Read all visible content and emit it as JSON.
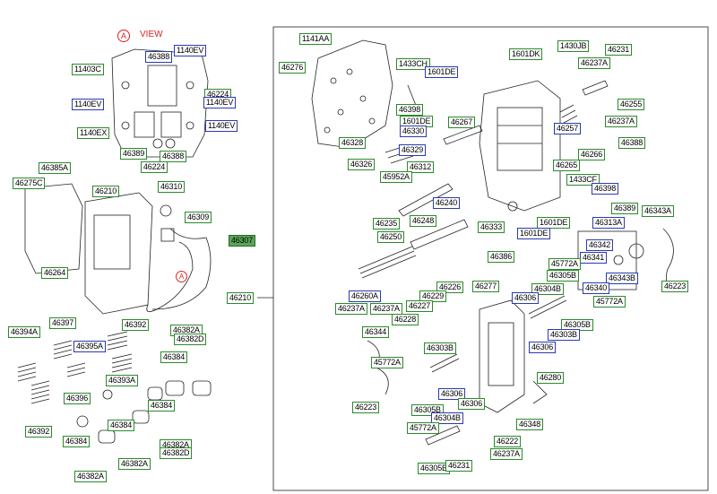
{
  "view_marker": {
    "letter": "A",
    "text": "VIEW"
  },
  "labels": [
    {
      "t": "46388",
      "s": "b"
    },
    {
      "t": "1140EV",
      "s": "b"
    },
    {
      "t": "11403C",
      "s": "g"
    },
    {
      "t": "46224",
      "s": "g"
    },
    {
      "t": "1140EV",
      "s": "b"
    },
    {
      "t": "1140EV",
      "s": "b"
    },
    {
      "t": "1140EV",
      "s": "b"
    },
    {
      "t": "1140EX",
      "s": "g"
    },
    {
      "t": "46389",
      "s": "g"
    },
    {
      "t": "46388",
      "s": "g"
    },
    {
      "t": "46224",
      "s": "g"
    },
    {
      "t": "46385A",
      "s": "g"
    },
    {
      "t": "46275C",
      "s": "g"
    },
    {
      "t": "46210",
      "s": "g"
    },
    {
      "t": "46310",
      "s": "g"
    },
    {
      "t": "46309",
      "s": "g"
    },
    {
      "t": "46307",
      "s": "gf"
    },
    {
      "t": "46264",
      "s": "g"
    },
    {
      "t": "46394A",
      "s": "g"
    },
    {
      "t": "46397",
      "s": "g"
    },
    {
      "t": "46395A",
      "s": "b"
    },
    {
      "t": "46392",
      "s": "g"
    },
    {
      "t": "46382A",
      "s": "g"
    },
    {
      "t": "46382D",
      "s": "g"
    },
    {
      "t": "46384",
      "s": "g"
    },
    {
      "t": "46393A",
      "s": "g"
    },
    {
      "t": "46396",
      "s": "g"
    },
    {
      "t": "46384",
      "s": "g"
    },
    {
      "t": "46384",
      "s": "g"
    },
    {
      "t": "46392",
      "s": "g"
    },
    {
      "t": "46384",
      "s": "g"
    },
    {
      "t": "46382A",
      "s": "g"
    },
    {
      "t": "46382D",
      "s": "g"
    },
    {
      "t": "46382A",
      "s": "g"
    },
    {
      "t": "46382A",
      "s": "g"
    },
    {
      "t": "46210",
      "s": "g"
    },
    {
      "t": "1141AA",
      "s": "g"
    },
    {
      "t": "46276",
      "s": "g"
    },
    {
      "t": "1433CH",
      "s": "g"
    },
    {
      "t": "1601DE",
      "s": "b"
    },
    {
      "t": "1601DK",
      "s": "g"
    },
    {
      "t": "1430JB",
      "s": "g"
    },
    {
      "t": "46231",
      "s": "g"
    },
    {
      "t": "46237A",
      "s": "g"
    },
    {
      "t": "46255",
      "s": "g"
    },
    {
      "t": "46398",
      "s": "g"
    },
    {
      "t": "1601DE",
      "s": "g"
    },
    {
      "t": "46330",
      "s": "b"
    },
    {
      "t": "46267",
      "s": "g"
    },
    {
      "t": "46237A",
      "s": "g"
    },
    {
      "t": "46257",
      "s": "b"
    },
    {
      "t": "46328",
      "s": "g"
    },
    {
      "t": "46329",
      "s": "b"
    },
    {
      "t": "46388",
      "s": "g"
    },
    {
      "t": "46266",
      "s": "g"
    },
    {
      "t": "46265",
      "s": "g"
    },
    {
      "t": "46326",
      "s": "g"
    },
    {
      "t": "46312",
      "s": "g"
    },
    {
      "t": "45952A",
      "s": "g"
    },
    {
      "t": "1433CF",
      "s": "g"
    },
    {
      "t": "46398",
      "s": "b"
    },
    {
      "t": "46240",
      "s": "b"
    },
    {
      "t": "46389",
      "s": "g"
    },
    {
      "t": "46313A",
      "s": "b"
    },
    {
      "t": "46343A",
      "s": "g"
    },
    {
      "t": "46248",
      "s": "g"
    },
    {
      "t": "46235",
      "s": "g"
    },
    {
      "t": "1601DE",
      "s": "g"
    },
    {
      "t": "46333",
      "s": "g"
    },
    {
      "t": "1601DE",
      "s": "b"
    },
    {
      "t": "46250",
      "s": "g"
    },
    {
      "t": "46342",
      "s": "b"
    },
    {
      "t": "46341",
      "s": "b"
    },
    {
      "t": "45772A",
      "s": "g"
    },
    {
      "t": "46386",
      "s": "g"
    },
    {
      "t": "46305B",
      "s": "g"
    },
    {
      "t": "46343B",
      "s": "b"
    },
    {
      "t": "46340",
      "s": "b"
    },
    {
      "t": "46223",
      "s": "g"
    },
    {
      "t": "46226",
      "s": "g"
    },
    {
      "t": "46277",
      "s": "g"
    },
    {
      "t": "46304B",
      "s": "g"
    },
    {
      "t": "46260A",
      "s": "b"
    },
    {
      "t": "46229",
      "s": "g"
    },
    {
      "t": "46306",
      "s": "b"
    },
    {
      "t": "45772A",
      "s": "g"
    },
    {
      "t": "46237A",
      "s": "g"
    },
    {
      "t": "46237A",
      "s": "g"
    },
    {
      "t": "46227",
      "s": "g"
    },
    {
      "t": "46228",
      "s": "g"
    },
    {
      "t": "46305B",
      "s": "g"
    },
    {
      "t": "46344",
      "s": "g"
    },
    {
      "t": "46303B",
      "s": "g"
    },
    {
      "t": "46303B",
      "s": "b"
    },
    {
      "t": "46306",
      "s": "b"
    },
    {
      "t": "45772A",
      "s": "g"
    },
    {
      "t": "46280",
      "s": "g"
    },
    {
      "t": "46306",
      "s": "b"
    },
    {
      "t": "46306",
      "s": "g"
    },
    {
      "t": "46223",
      "s": "g"
    },
    {
      "t": "46305B",
      "s": "g"
    },
    {
      "t": "46304B",
      "s": "b"
    },
    {
      "t": "46348",
      "s": "g"
    },
    {
      "t": "45772A",
      "s": "g"
    },
    {
      "t": "46222",
      "s": "g"
    },
    {
      "t": "46237A",
      "s": "g"
    },
    {
      "t": "46305B",
      "s": "g"
    },
    {
      "t": "46231",
      "s": "g"
    }
  ]
}
